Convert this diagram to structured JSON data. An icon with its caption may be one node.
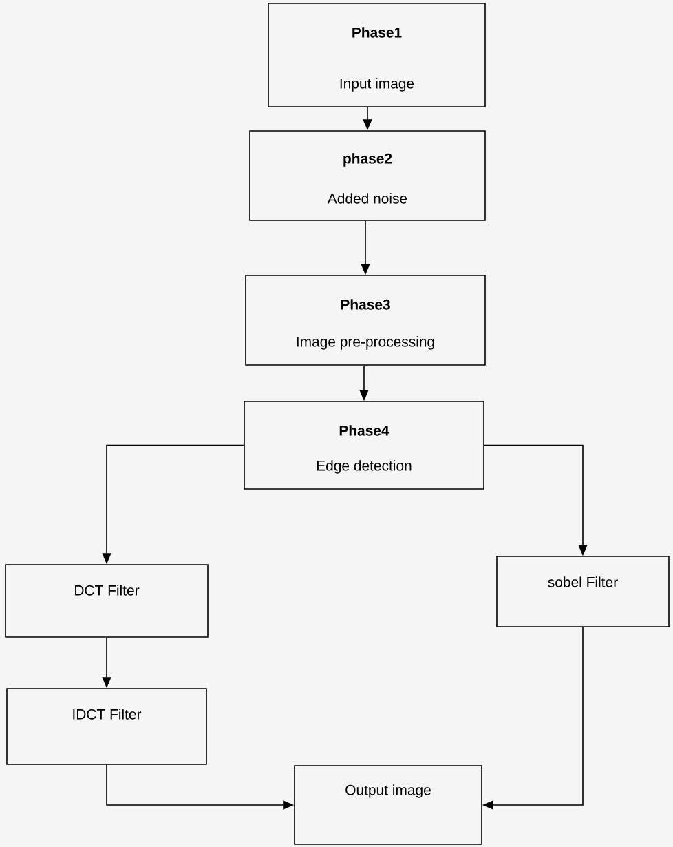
{
  "diagram": {
    "nodes": [
      {
        "text": [
          "Phase1",
          "Input image"
        ]
      },
      {
        "text": [
          "phase2",
          "Added noise"
        ]
      },
      {
        "text": [
          "Phase3",
          "Image pre-processing"
        ]
      },
      {
        "text": [
          "Phase4",
          "Edge detection"
        ]
      },
      {
        "text": [
          "DCT Filter"
        ]
      },
      {
        "text": [
          "sobel Filter"
        ]
      },
      {
        "text": [
          "IDCT Filter"
        ]
      },
      {
        "text": [
          "Output image"
        ]
      }
    ],
    "edges": [
      {
        "from": 0,
        "to": 1,
        "arrow": "to"
      },
      {
        "from": 1,
        "to": 2,
        "arrow": "to"
      },
      {
        "from": 2,
        "to": 3,
        "arrow": "to"
      },
      {
        "from": 3,
        "to": 4,
        "arrow": "to"
      },
      {
        "from": 3,
        "to": 5,
        "arrow": "to"
      },
      {
        "from": 4,
        "to": 6,
        "arrow": "to"
      },
      {
        "from": 5,
        "to": 7,
        "arrow": "to"
      },
      {
        "from": 6,
        "to": 7,
        "arrow": "to"
      }
    ]
  }
}
